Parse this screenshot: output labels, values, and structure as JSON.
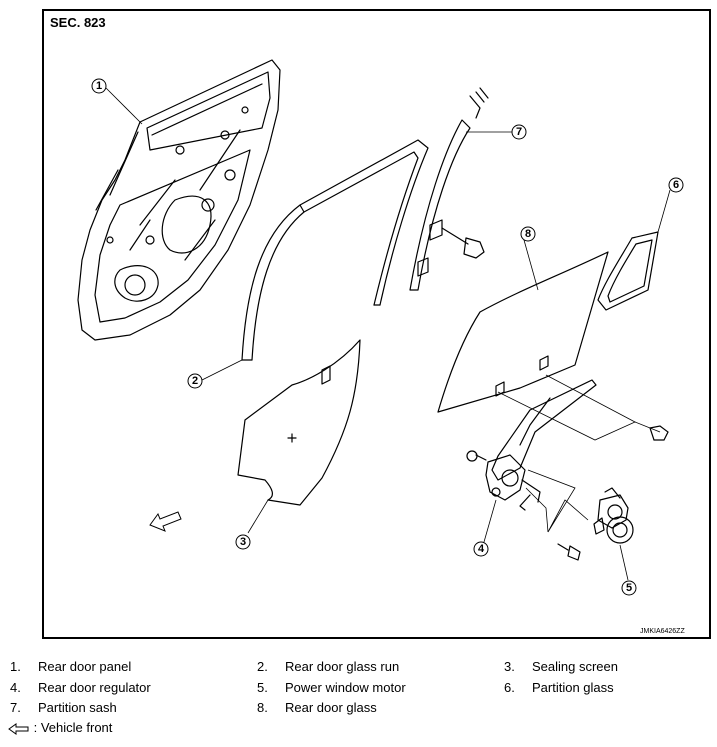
{
  "section_label": "SEC. 823",
  "figure_code": "JMKIA6426ZZ",
  "callouts": [
    "1",
    "2",
    "3",
    "4",
    "5",
    "6",
    "7",
    "8"
  ],
  "legend": [
    {
      "num": "1.",
      "label": "Rear door panel"
    },
    {
      "num": "2.",
      "label": "Rear door glass run"
    },
    {
      "num": "3.",
      "label": "Sealing screen"
    },
    {
      "num": "4.",
      "label": "Rear door regulator"
    },
    {
      "num": "5.",
      "label": "Power window motor"
    },
    {
      "num": "6.",
      "label": "Partition glass"
    },
    {
      "num": "7.",
      "label": "Partition sash"
    },
    {
      "num": "8.",
      "label": "Rear door glass"
    }
  ],
  "front_indicator": {
    "label": ": Vehicle front",
    "icon": "arrow-left-outline-icon"
  }
}
